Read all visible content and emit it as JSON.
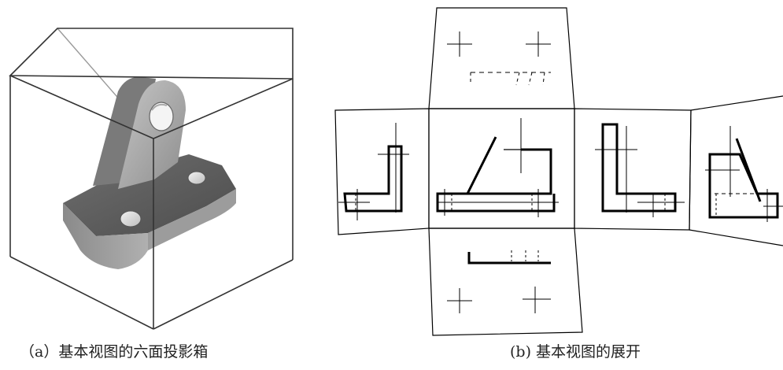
{
  "panel_a": {
    "caption": "（a）基本视图的六面投影箱",
    "illustration": "bracket-part-in-projection-box"
  },
  "panel_b": {
    "caption": "(b) 基本视图的展开",
    "illustration": "unfolded-six-view-net"
  },
  "colors": {
    "line": "#000000",
    "box_edge": "#333333",
    "part_light": "#b8b8b8",
    "part_mid": "#8e8e8e",
    "part_dark": "#5f5f5f"
  }
}
